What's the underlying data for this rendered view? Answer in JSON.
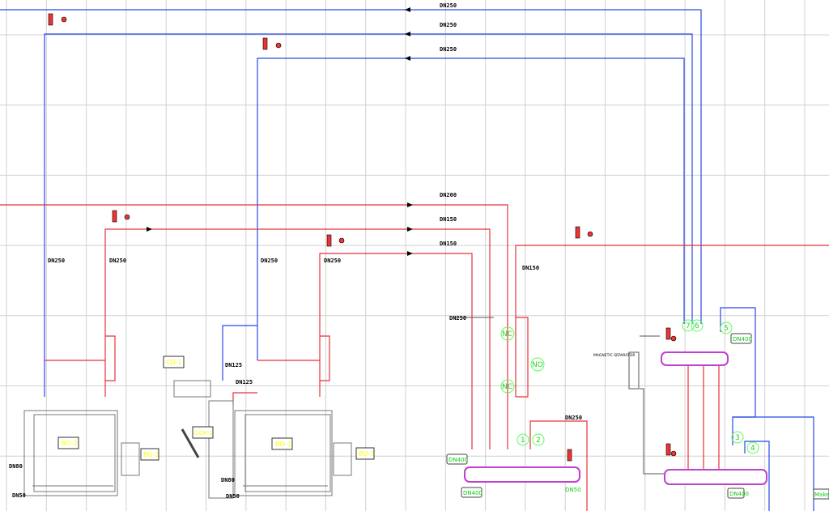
{
  "pipe_labels": {
    "top1": "DN250",
    "top2": "DN250",
    "top3": "DN250",
    "red1": "DN200",
    "red2": "DN150",
    "red3": "DN150",
    "left_blue": "DN250",
    "left_red": "DN250",
    "mid_blue": "DN250",
    "mid_red": "DN250",
    "right_red": "DN150",
    "header_in": "DN250",
    "return_out": "DN250",
    "pump_blue": "DN125",
    "pump_red": "DN125",
    "b2_drain1": "DN80",
    "b2_drain2": "DN50",
    "b1_drain1": "DN80",
    "b1_drain2": "DN50"
  },
  "equipment": {
    "boiler2": "BO-2",
    "burner2": "BU-2",
    "boiler1": "BO-1",
    "burner1": "BU-1",
    "pump": "CD-1",
    "deaerator": "GCM-1",
    "hdr_lower_left_1": "DN400",
    "hdr_lower_left_2": "DN400",
    "hdr_right_upper": "DN400",
    "hdr_right_lower": "DN400",
    "make_up": "Make up",
    "separator": "MAGNETIC SEPARATOR",
    "drain_small": "DN50"
  },
  "valve_tags": {
    "nc1": "NC",
    "nc2": "NC",
    "no": "NO",
    "c1": "1",
    "c2": "2",
    "c3": "3",
    "c4": "4",
    "c5": "5",
    "c6": "6",
    "c7": "7"
  },
  "colors": {
    "supply": "#e8313a",
    "return": "#2040e0",
    "header": "#c040d0",
    "tag_green": "#44dd44"
  }
}
